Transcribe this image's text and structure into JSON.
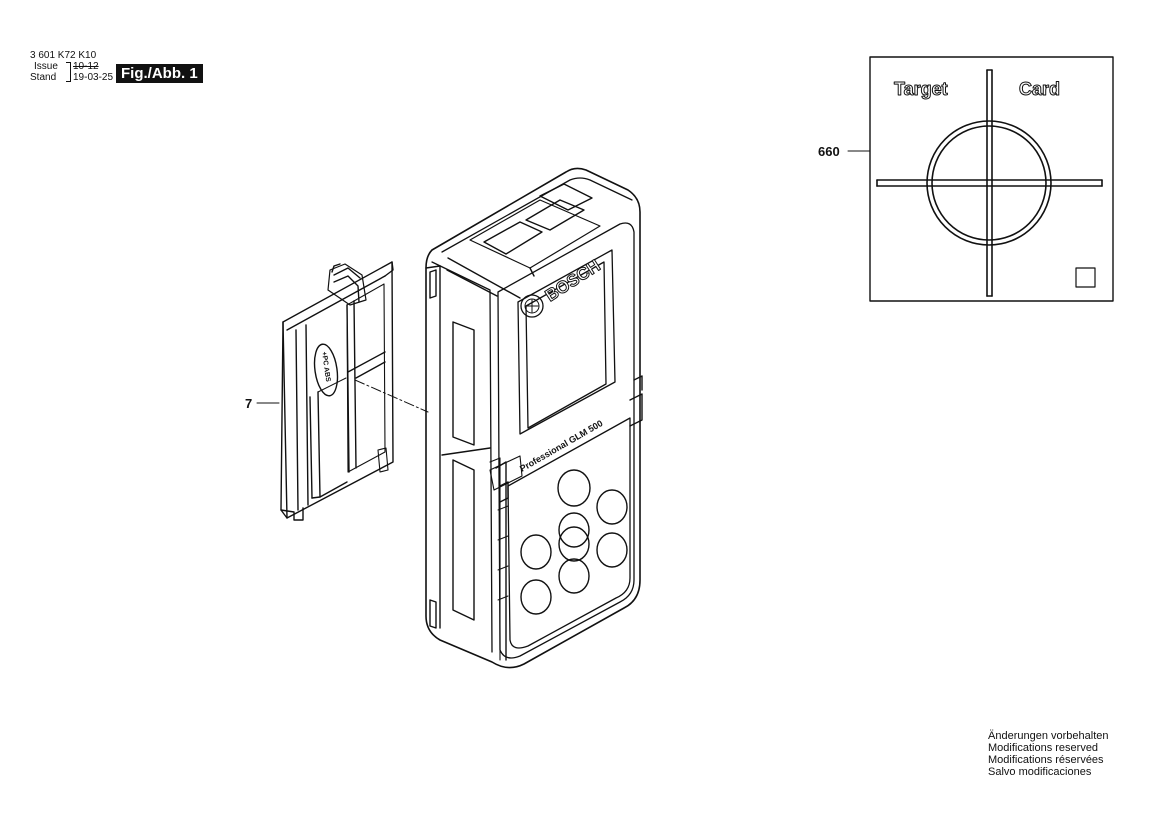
{
  "header": {
    "part_number": "3 601 K72 K10",
    "issue_label": "Issue",
    "issue_value_struck": "10-12",
    "stand_label": "Stand",
    "stand_value": "19-03-25",
    "figure_label": "Fig./Abb. 1"
  },
  "callouts": [
    {
      "number": "660"
    },
    {
      "number": "7"
    }
  ],
  "target_card": {
    "word_left": "Target",
    "word_right": "Card"
  },
  "device": {
    "brand": "BOSCH",
    "model_text": "Professional GLM 500"
  },
  "battery_cover": {
    "imprint": "+PC ABS"
  },
  "footer_notes": [
    "Änderungen vorbehalten",
    "Modifications reserved",
    "Modifications réservées",
    "Salvo modificaciones"
  ]
}
